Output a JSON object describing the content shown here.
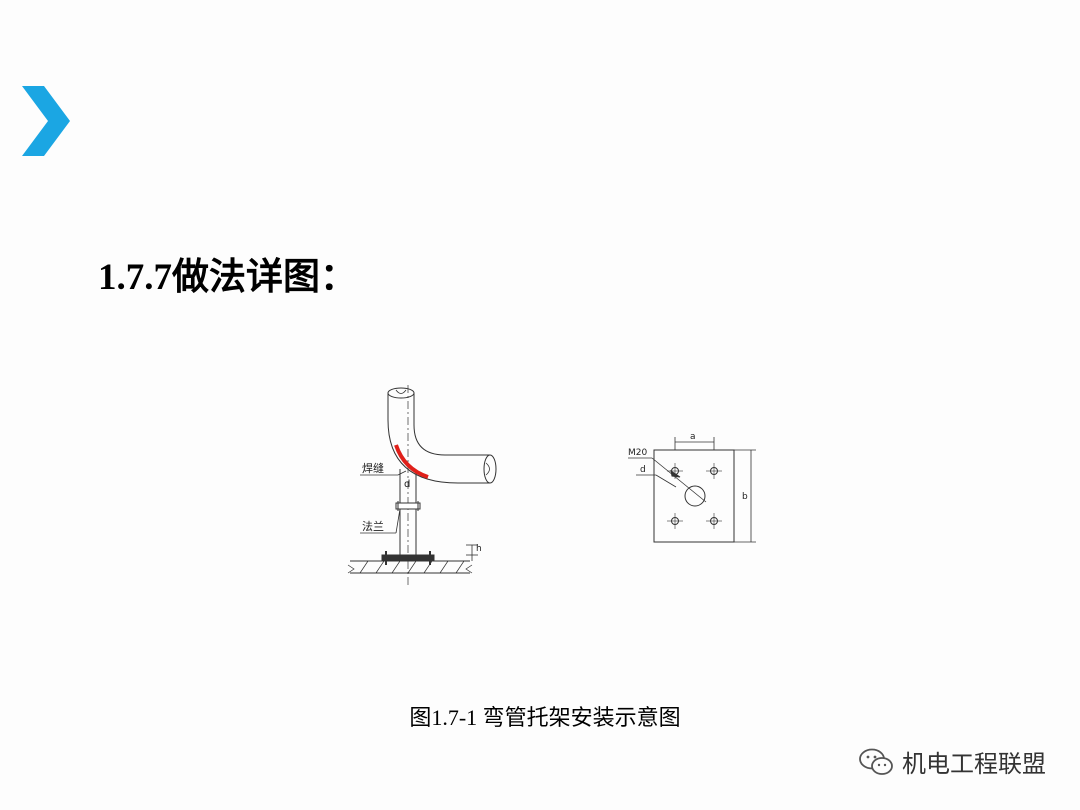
{
  "slide": {
    "title": "1.7.7做法详图：",
    "caption": "图1.7-1 弯管托架安装示意图",
    "accent_color": "#1ba6e3"
  },
  "diagram": {
    "left_view": {
      "weld_label": "焊缝",
      "flange_label": "法兰",
      "dim_d": "d",
      "dim_h": "h",
      "weld_color": "#e0201a"
    },
    "right_view": {
      "dim_a": "a",
      "dim_b": "b",
      "bolt_label": "M20",
      "hole_label": "d"
    }
  },
  "watermark": {
    "text": "机电工程联盟",
    "icon": "wechat-icon"
  }
}
